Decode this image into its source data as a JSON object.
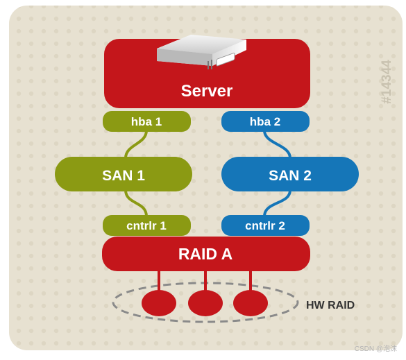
{
  "diagram": {
    "server": {
      "label": "Server",
      "icon": "server-icon"
    },
    "hba": [
      {
        "label": "hba 1"
      },
      {
        "label": "hba 2"
      }
    ],
    "san": [
      {
        "label": "SAN 1"
      },
      {
        "label": "SAN 2"
      }
    ],
    "controllers": [
      {
        "label": "cntrlr 1"
      },
      {
        "label": "cntrlr 2"
      }
    ],
    "raid": {
      "label": "RAID A"
    },
    "hw_raid": {
      "label": "HW RAID",
      "disk_count": 3
    },
    "figure_id": "#14344",
    "watermark": "CSDN @泡沫"
  },
  "colors": {
    "background": "#e7e1d1",
    "red": "#c4161b",
    "olive": "#8b9a13",
    "blue": "#1576b8",
    "text_light": "#ffffff",
    "text_dark": "#333333",
    "figure_id": "#c9c2b0",
    "dashed": "#8a8a8a"
  }
}
